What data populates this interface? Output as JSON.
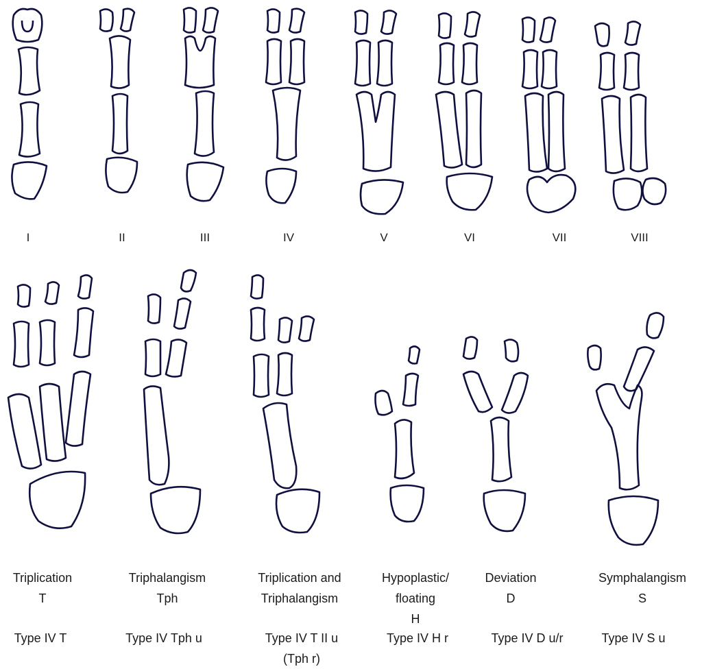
{
  "top_row": {
    "types": [
      "I",
      "II",
      "III",
      "IV",
      "V",
      "VI",
      "VII",
      "VIII"
    ]
  },
  "bottom_row": {
    "panels": [
      {
        "name_line1": "Triplication",
        "name_line2": "T",
        "name_line3": "",
        "type_line1": "Type IV T",
        "type_line2": ""
      },
      {
        "name_line1": "Triphalangism",
        "name_line2": "Tph",
        "name_line3": "",
        "type_line1": "Type IV Tph u",
        "type_line2": ""
      },
      {
        "name_line1": "Triplication and",
        "name_line2": "Triphalangism",
        "name_line3": "",
        "type_line1": "Type IV T II u",
        "type_line2": "(Tph r)"
      },
      {
        "name_line1": "Hypoplastic/",
        "name_line2": "floating",
        "name_line3": "H",
        "type_line1": "Type IV H r",
        "type_line2": ""
      },
      {
        "name_line1": "Deviation",
        "name_line2": "D",
        "name_line3": "",
        "type_line1": "Type IV D u/r",
        "type_line2": ""
      },
      {
        "name_line1": "Symphalangism",
        "name_line2": "S",
        "name_line3": "",
        "type_line1": "Type IV S u",
        "type_line2": ""
      }
    ]
  },
  "colors": {
    "outline": "#101040",
    "text": "#1a1a1a",
    "background": "#ffffff"
  }
}
